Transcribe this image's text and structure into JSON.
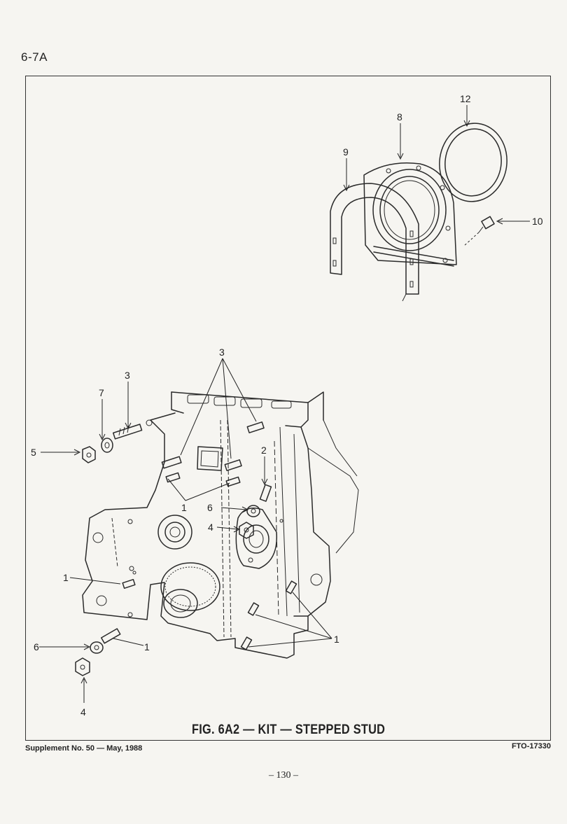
{
  "header": {
    "page_code": "6-7A"
  },
  "figure": {
    "title": "FIG. 6A2 — KIT — STEPPED STUD",
    "callouts": {
      "c12": "12",
      "c8": "8",
      "c9": "9",
      "c10": "10",
      "c3a": "3",
      "c3b": "3",
      "c7": "7",
      "c5": "5",
      "c2": "2",
      "c1a": "1",
      "c6a": "6",
      "c4a": "4",
      "c1b": "1",
      "c6b": "6",
      "c1c": "1",
      "c4b": "4",
      "c1d": "1"
    }
  },
  "footer": {
    "supplement": "Supplement No. 50 — May, 1988",
    "ref_code": "FTO-17330",
    "page_number": "– 130 –"
  }
}
